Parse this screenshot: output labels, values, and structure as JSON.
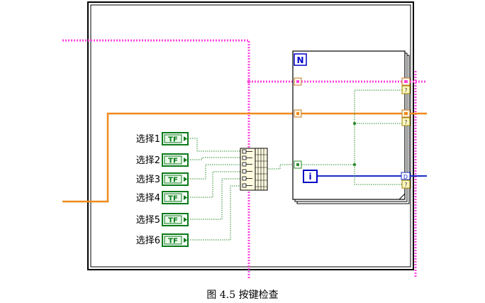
{
  "caption": "图 4.5  按键检查",
  "controls": [
    {
      "label": "选择1",
      "glyph": "TF"
    },
    {
      "label": "选择2",
      "glyph": "TF"
    },
    {
      "label": "选择3",
      "glyph": "TF"
    },
    {
      "label": "选择4",
      "glyph": "TF"
    },
    {
      "label": "选择5",
      "glyph": "TF"
    },
    {
      "label": "选择6",
      "glyph": "TF"
    }
  ],
  "for_loop": {
    "count_terminal": "N",
    "iteration_terminal": "i"
  },
  "colors": {
    "cluster_wire": "#ff44dd",
    "numeric_wire": "#f08a1c",
    "int_wire": "#1a2cc8",
    "bool_wire": "#2e8b2e",
    "structure_border": "#000000"
  }
}
